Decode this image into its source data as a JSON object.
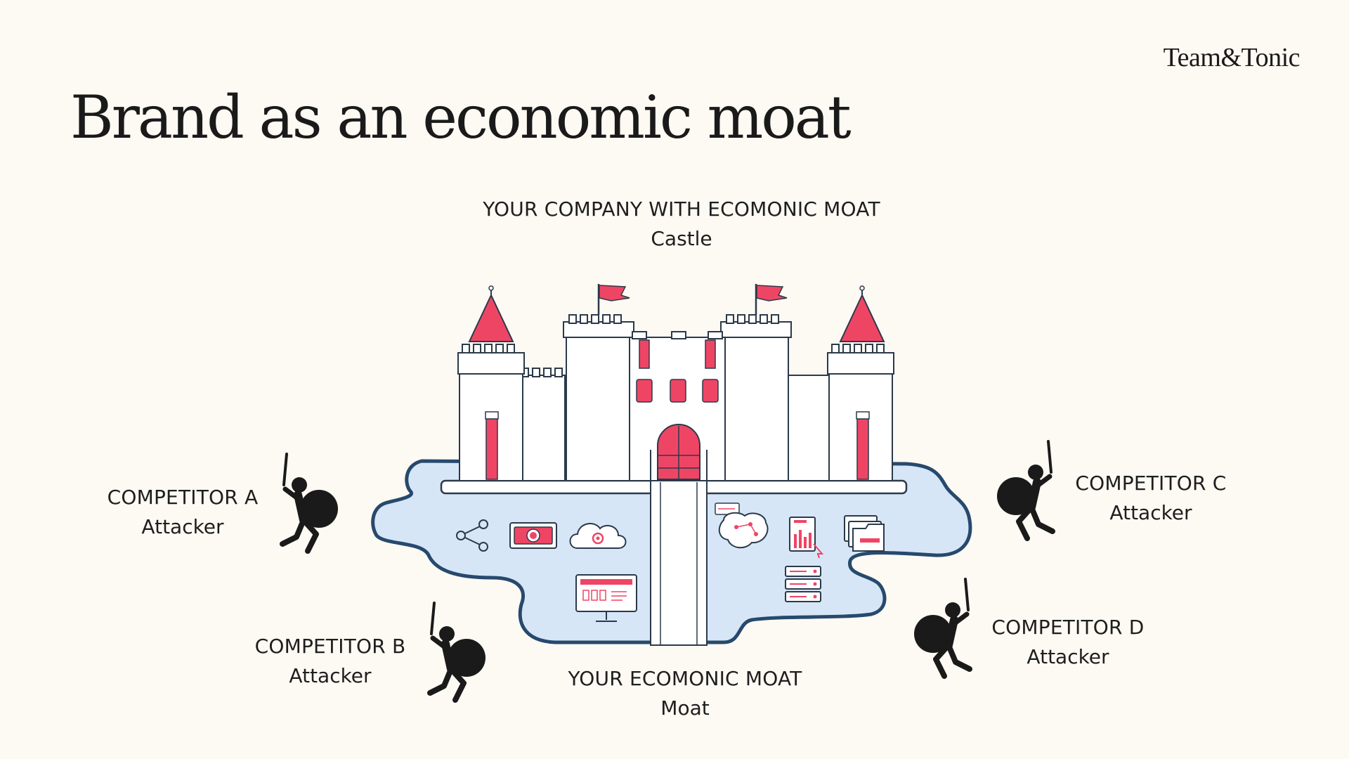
{
  "brand": {
    "logo": "Team&Tonic"
  },
  "title": "Brand  as an economic moat",
  "castle_label": {
    "heading": "YOUR COMPANY WITH ECOMONIC MOAT",
    "sub": "Castle"
  },
  "moat_label": {
    "heading": "YOUR ECOMONIC MOAT",
    "sub": "Moat"
  },
  "competitors": [
    {
      "name": "COMPETITOR A",
      "role": "Attacker"
    },
    {
      "name": "COMPETITOR B",
      "role": "Attacker"
    },
    {
      "name": "COMPETITOR C",
      "role": "Attacker"
    },
    {
      "name": "COMPETITOR D",
      "role": "Attacker"
    }
  ],
  "moat_icons": [
    "share-icon",
    "money-icon",
    "cloud-gear-icon",
    "monitor-icon",
    "chat-icon",
    "report-chart-icon",
    "folder-icon",
    "server-icon"
  ],
  "colors": {
    "background": "#fdf9f3",
    "accent_red": "#ef4565",
    "moat_blue": "#d6e6f6",
    "moat_outline": "#27496d",
    "ink": "#1a1a1a"
  }
}
